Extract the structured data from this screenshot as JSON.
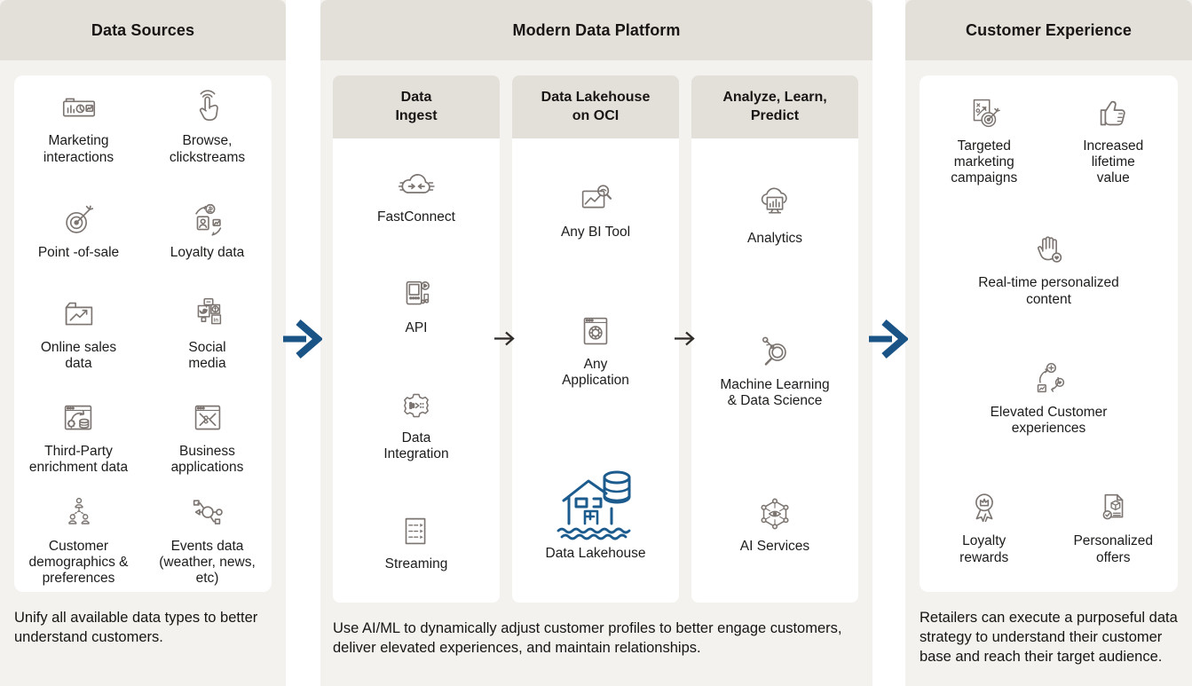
{
  "palette": {
    "band": "#e3e0da",
    "column_bg": "#f4f2ef",
    "icon_gray": "#7b7470",
    "accent_blue": "#1a5486",
    "lakehouse_blue": "#1b5b8d",
    "text": "#161513"
  },
  "data_sources": {
    "title": "Data Sources",
    "items": [
      {
        "label": "Marketing\ninteractions",
        "icon": "marketing-interactions-icon"
      },
      {
        "label": "Browse,\nclickstreams",
        "icon": "browse-clickstreams-icon"
      },
      {
        "label": "Point -of-sale",
        "icon": "point-of-sale-icon"
      },
      {
        "label": "Loyalty data",
        "icon": "loyalty-data-icon"
      },
      {
        "label": "Online sales\ndata",
        "icon": "online-sales-data-icon"
      },
      {
        "label": "Social\nmedia",
        "icon": "social-media-icon"
      },
      {
        "label": "Third-Party\nenrichment data",
        "icon": "third-party-enrichment-icon"
      },
      {
        "label": "Business\napplications",
        "icon": "business-applications-icon"
      },
      {
        "label": "Customer\ndemographics &\npreferences",
        "icon": "customer-demographics-icon"
      },
      {
        "label": "Events data\n(weather, news,\netc)",
        "icon": "events-data-icon"
      }
    ],
    "caption": "Unify all available data types to better understand customers."
  },
  "platform": {
    "title": "Modern Data Platform",
    "subcolumns": [
      {
        "title": "Data\nIngest",
        "items": [
          {
            "label": "FastConnect",
            "icon": "fastconnect-icon"
          },
          {
            "label": "API",
            "icon": "api-icon"
          },
          {
            "label": "Data\nIntegration",
            "icon": "data-integration-icon"
          },
          {
            "label": "Streaming",
            "icon": "streaming-icon"
          }
        ]
      },
      {
        "title": "Data Lakehouse\non OCI",
        "items": [
          {
            "label": "Any BI Tool",
            "icon": "any-bi-tool-icon"
          },
          {
            "label": "Any\nApplication",
            "icon": "any-application-icon"
          },
          {
            "label": "Data Lakehouse",
            "icon": "data-lakehouse-icon"
          }
        ]
      },
      {
        "title": "Analyze, Learn,\nPredict",
        "items": [
          {
            "label": "Analytics",
            "icon": "analytics-icon"
          },
          {
            "label": "Machine Learning\n& Data Science",
            "icon": "machine-learning-icon"
          },
          {
            "label": "AI Services",
            "icon": "ai-services-icon"
          }
        ]
      }
    ],
    "caption": "Use AI/ML to dynamically adjust customer profiles to better engage customers, deliver elevated experiences, and maintain relationships."
  },
  "customer_experience": {
    "title": "Customer Experience",
    "items": [
      {
        "label": "Targeted\nmarketing\ncampaigns",
        "icon": "targeted-marketing-icon"
      },
      {
        "label": "Increased\nlifetime\nvalue",
        "icon": "thumbs-up-icon"
      },
      {
        "label": "Real-time personalized\ncontent",
        "icon": "personalized-content-icon"
      },
      {
        "label": "Elevated Customer\nexperiences",
        "icon": "elevated-experiences-icon"
      },
      {
        "label": "Loyalty\nrewards",
        "icon": "loyalty-rewards-icon"
      },
      {
        "label": "Personalized\noffers",
        "icon": "personalized-offers-icon"
      }
    ],
    "caption": "Retailers can execute a purposeful data strategy to understand their customer base and reach their target audience."
  }
}
